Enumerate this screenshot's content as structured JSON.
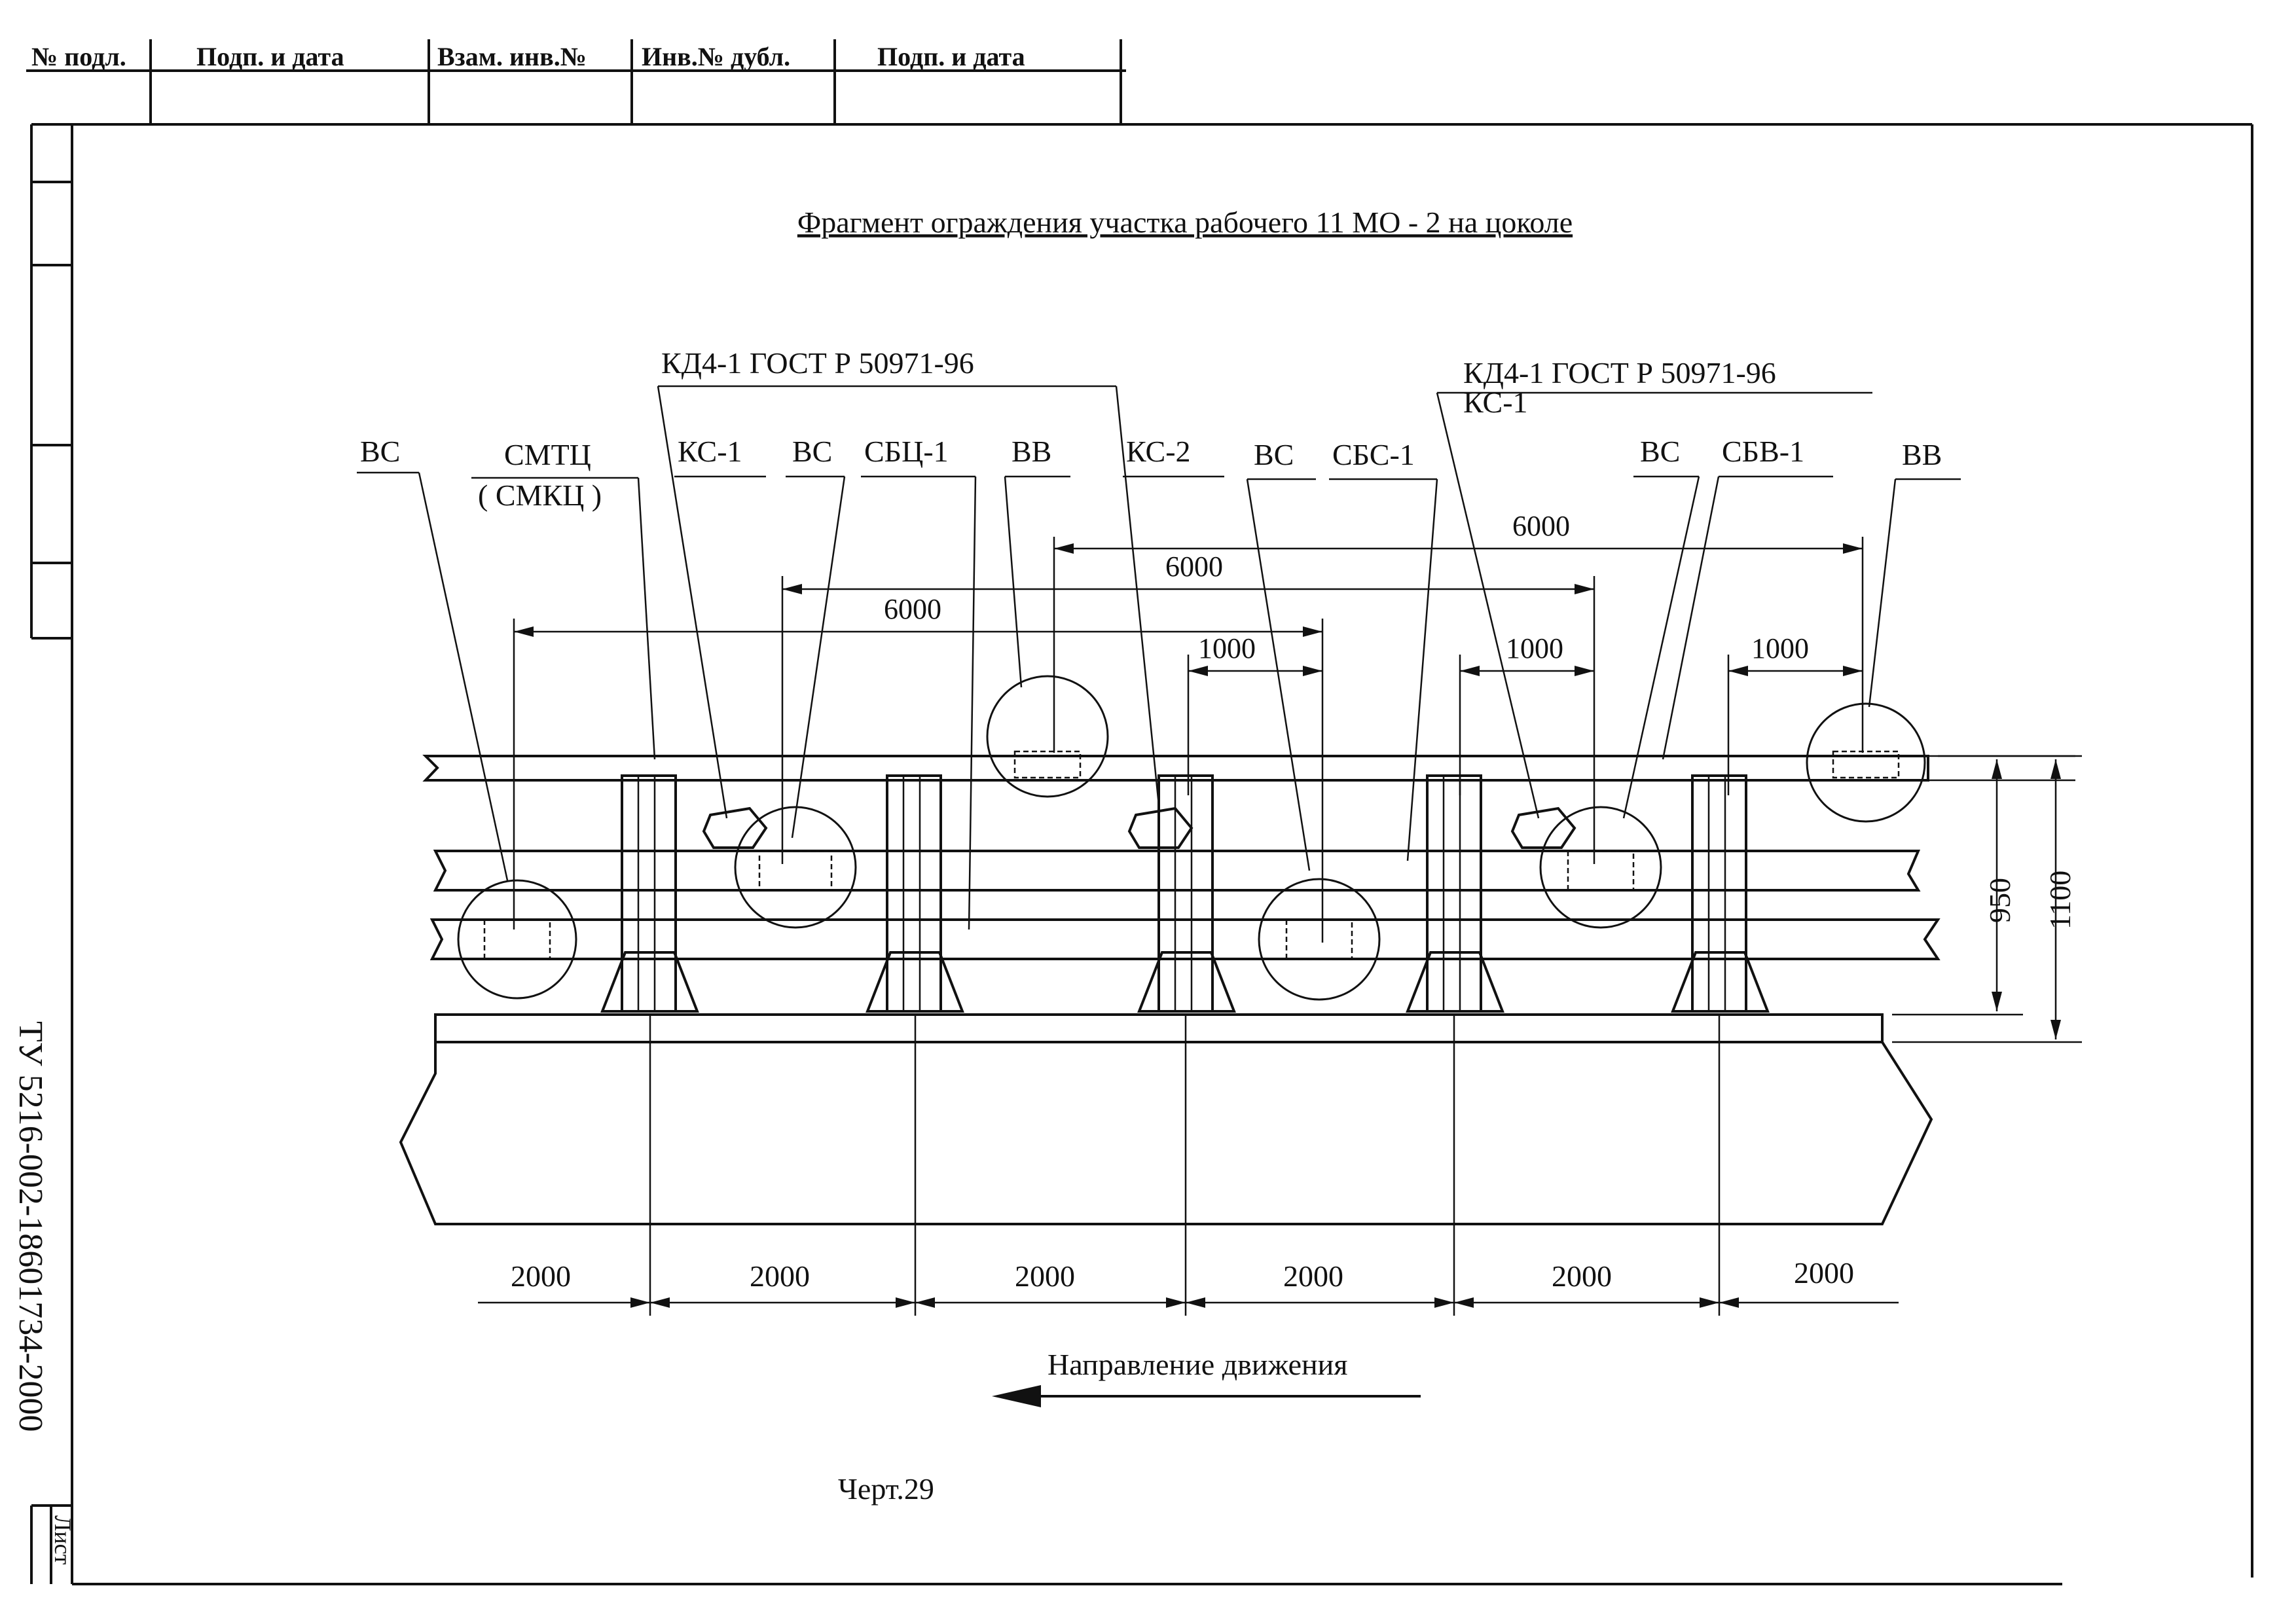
{
  "stamp": {
    "cells": [
      "№ подл.",
      "Подп. и дата",
      "Взам. инв.№",
      "Инв.№ дубл.",
      "Подп. и дата"
    ]
  },
  "title": "Фрагмент ограждения участка рабочего 11 МО - 2 на цоколе",
  "callouts": {
    "group_left": "КД4-1 ГОСТ Р 50971-96",
    "group_right_line1": "КД4-1 ГОСТ Р 50971-96",
    "group_right_line2": "КС-1",
    "labels": [
      {
        "id": "vc1",
        "text": "ВС"
      },
      {
        "id": "smtc",
        "text": "СМТЦ"
      },
      {
        "id": "smkc",
        "text": "( СМКЦ )"
      },
      {
        "id": "ks1",
        "text": "КС-1"
      },
      {
        "id": "vc2",
        "text": "ВС"
      },
      {
        "id": "sbc1a",
        "text": "СБЦ-1"
      },
      {
        "id": "vv1",
        "text": "ВВ"
      },
      {
        "id": "ks2",
        "text": "КС-2"
      },
      {
        "id": "vc3",
        "text": "ВС"
      },
      {
        "id": "sbc1b",
        "text": "СБС-1"
      },
      {
        "id": "vc4",
        "text": "ВС"
      },
      {
        "id": "sbv1",
        "text": "СБВ-1"
      },
      {
        "id": "vv2",
        "text": "ВВ"
      }
    ]
  },
  "dimensions": {
    "overlap_6000": [
      "6000",
      "6000",
      "6000"
    ],
    "offset_1000": [
      "1000",
      "1000",
      "1000"
    ],
    "post_spacing": [
      "2000",
      "2000",
      "2000",
      "2000",
      "2000",
      "2000"
    ],
    "height_950": "950",
    "height_1100": "1100"
  },
  "direction_label": "Направление движения",
  "drawing_number": "Черт.29",
  "document_code": "ТУ 5216-002-18601734-2000",
  "sheet_label": "Лист"
}
